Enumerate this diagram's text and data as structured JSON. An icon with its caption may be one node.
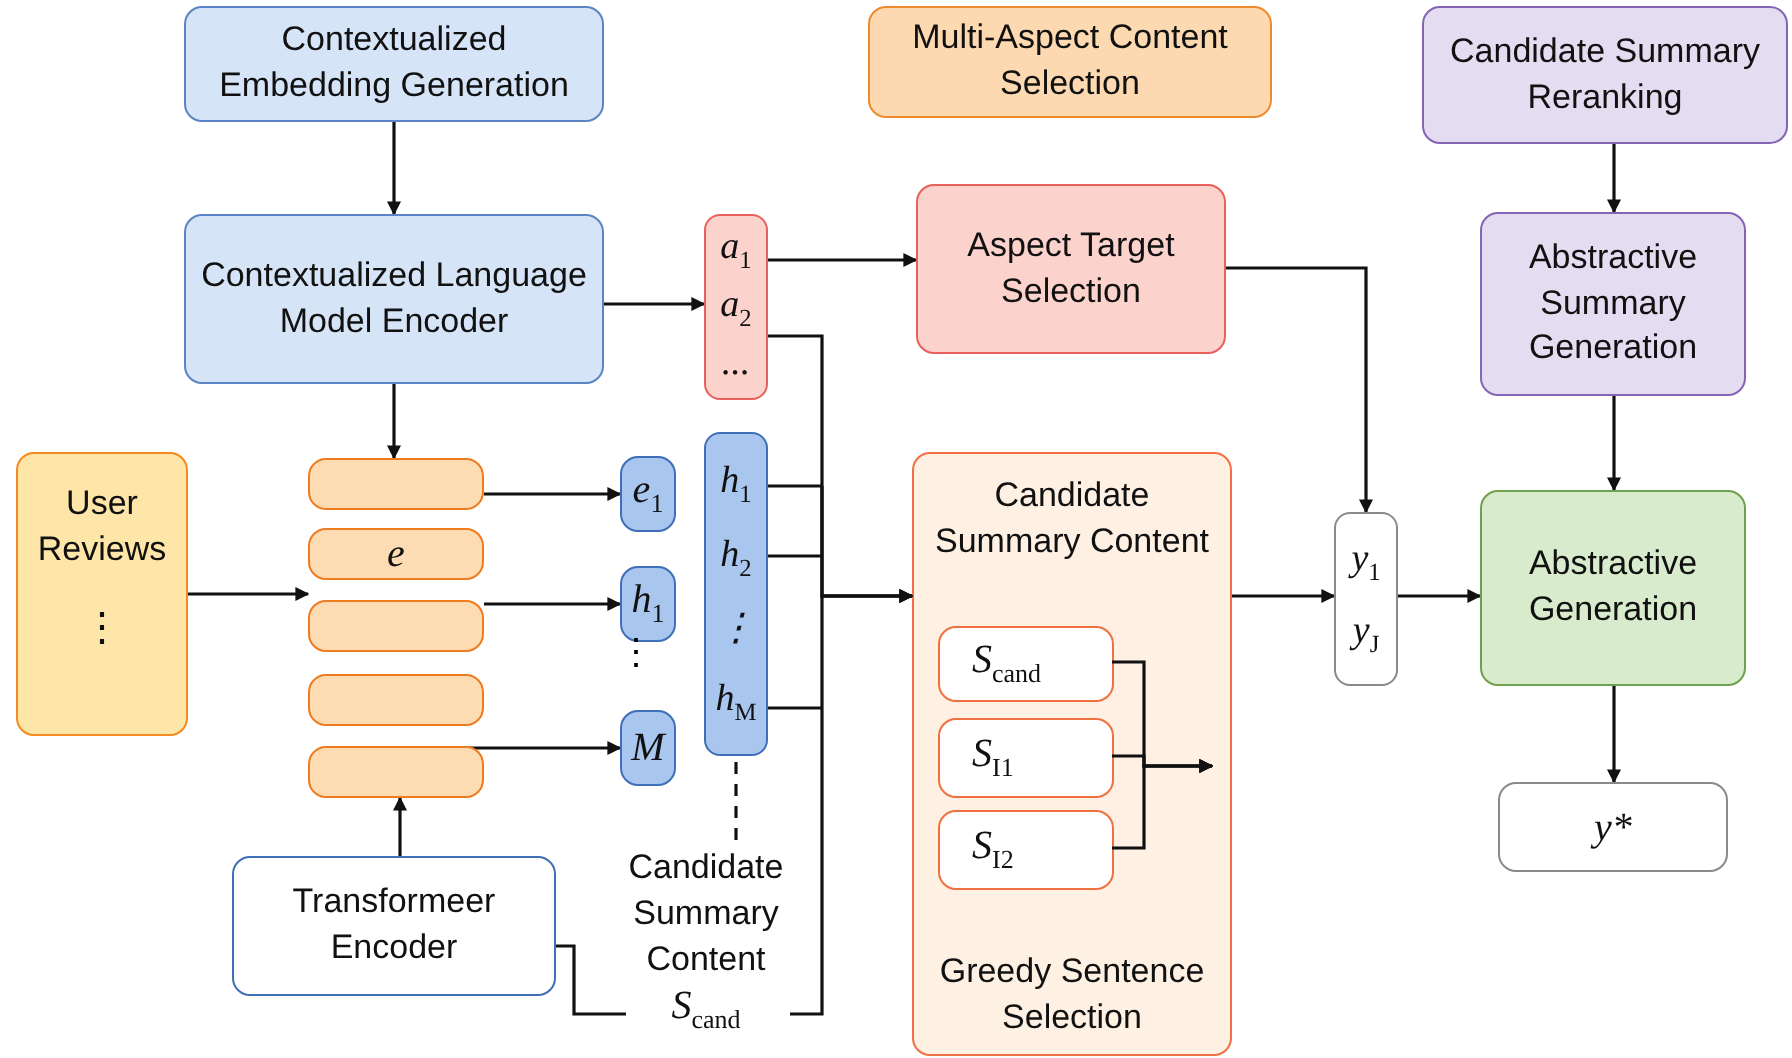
{
  "diagram": {
    "nodes": [
      {
        "text": [
          "Contextualized Embedding Generation"
        ]
      },
      {
        "text": [
          "Multi-Aspect Content Selection"
        ]
      },
      {
        "text": [
          "Candidate Summary Reranking"
        ]
      },
      {
        "text": [
          "Contextualized Language Model Encoder"
        ]
      },
      {
        "text": [
          "a$_{1}$",
          "a$_{2}$",
          "..."
        ]
      },
      {
        "text": [
          "Aspect Target Selection"
        ]
      },
      {
        "text": [
          "User Reviews",
          "⋮"
        ]
      },
      {
        "text": [],
        "shape": "box"
      },
      {
        "text": [
          "e"
        ]
      },
      {
        "text": [],
        "shape": "box"
      },
      {
        "text": [],
        "shape": "box"
      },
      {
        "text": [],
        "shape": "box"
      },
      {
        "text": [
          "e$_{1}$"
        ]
      },
      {
        "text": [
          "h$_{1}$"
        ]
      },
      {
        "text": [
          "M"
        ]
      },
      {
        "text": [
          "h$_{1}$",
          "h$_{2}$",
          "⋮",
          "h$_{M}$"
        ]
      },
      {
        "text": [
          "Candidate Summary Content",
          "Greedy Sentence Selection"
        ]
      },
      {
        "text": [
          "S$_{cand}$"
        ],
        "in": 16
      },
      {
        "text": [
          "S$_{I1}$"
        ],
        "in": 16
      },
      {
        "text": [
          "S$_{I2}$"
        ],
        "in": 16
      },
      {
        "text": [
          "y$_{1}$",
          "y$_{J}$"
        ]
      },
      {
        "text": [
          "Abstractive Summary Generation"
        ]
      },
      {
        "text": [
          "Abstractive Generation"
        ]
      },
      {
        "text": [
          "y*"
        ]
      },
      {
        "text": [
          "Transformeer Encoder"
        ]
      },
      {
        "text": [
          "Candidate Summary Content",
          "S$_{cand}$"
        ]
      }
    ],
    "edges": [
      {
        "from": 0,
        "to": 3,
        "arrow": "to"
      },
      {
        "from": 3,
        "to": 4,
        "arrow": "to"
      },
      {
        "from": 3,
        "to": 7,
        "arrow": "to"
      },
      {
        "from": 4,
        "to": 5,
        "arrow": "to"
      },
      {
        "from": 4,
        "to": 16,
        "arrow": "to"
      },
      {
        "from": 15,
        "to": 16,
        "arrow": "to"
      },
      {
        "from": 25,
        "to": 16,
        "arrow": "to"
      },
      {
        "from": 24,
        "to": 25,
        "arrow": "none"
      },
      {
        "from": 6,
        "to": 9,
        "arrow": "to"
      },
      {
        "from": 7,
        "to": 12,
        "arrow": "to"
      },
      {
        "from": 9,
        "to": 13,
        "arrow": "to"
      },
      {
        "from": 11,
        "to": 14,
        "arrow": "to"
      },
      {
        "from": 24,
        "to": 11,
        "arrow": "to"
      },
      {
        "from": 15,
        "to": 25,
        "arrow": "none",
        "style": "dashed"
      },
      {
        "from": 17,
        "to": null,
        "arrow": "to"
      },
      {
        "from": 18,
        "to": null,
        "arrow": "to"
      },
      {
        "from": 19,
        "to": null,
        "arrow": "to"
      },
      {
        "from": 5,
        "to": 20,
        "arrow": "to"
      },
      {
        "from": 16,
        "to": 20,
        "arrow": "to"
      },
      {
        "from": 20,
        "to": 22,
        "arrow": "to"
      },
      {
        "from": 2,
        "to": 21,
        "arrow": "to"
      },
      {
        "from": 21,
        "to": 22,
        "arrow": "to"
      },
      {
        "from": 22,
        "to": 23,
        "arrow": "to"
      }
    ],
    "labels": [
      "⋮"
    ]
  }
}
